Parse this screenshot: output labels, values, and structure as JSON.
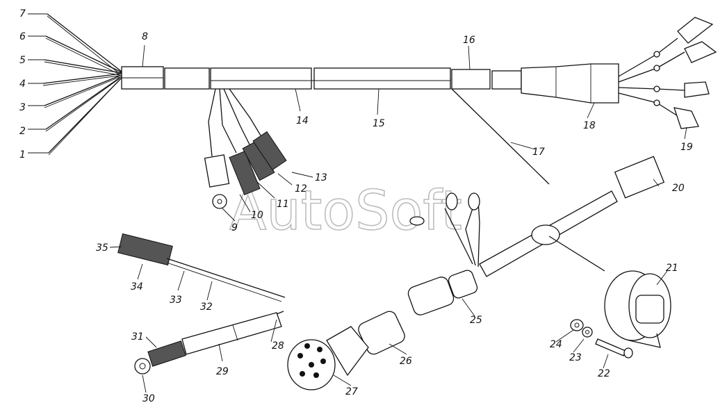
{
  "watermark": "AutoSoft",
  "callouts": {
    "c1": "1",
    "c2": "2",
    "c3": "3",
    "c4": "4",
    "c5": "5",
    "c6": "6",
    "c7": "7",
    "c8": "8",
    "c9": "9",
    "c10": "10",
    "c11": "11",
    "c12": "12",
    "c13": "13",
    "c14": "14",
    "c15": "15",
    "c16": "16",
    "c17": "17",
    "c18": "18",
    "c19": "19",
    "c20": "20",
    "c21": "21",
    "c22": "22",
    "c23": "23",
    "c24": "24",
    "c25": "25",
    "c26": "26",
    "c27": "27",
    "c28": "28",
    "c29": "29",
    "c30": "30",
    "c31": "31",
    "c32": "32",
    "c33": "33",
    "c34": "34",
    "c35": "35"
  }
}
